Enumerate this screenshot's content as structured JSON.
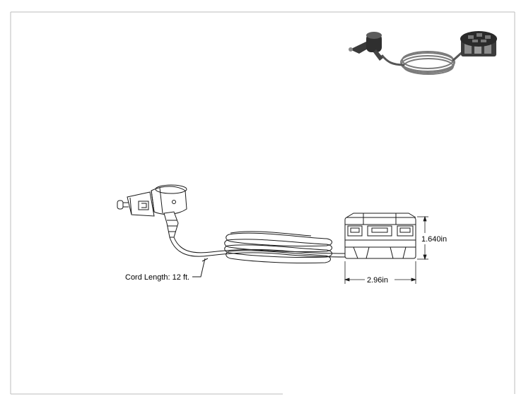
{
  "drawing": {
    "cord_note": "Cord Length: 12 ft.",
    "height_dimension": "1.640in",
    "width_dimension": "2.96in"
  },
  "colors": {
    "frame": "#bdbdbd",
    "line": "#1a1a1a",
    "render_dark": "#2e2e2e",
    "render_mid": "#6b6b6b",
    "render_light": "#a8a8a8"
  }
}
